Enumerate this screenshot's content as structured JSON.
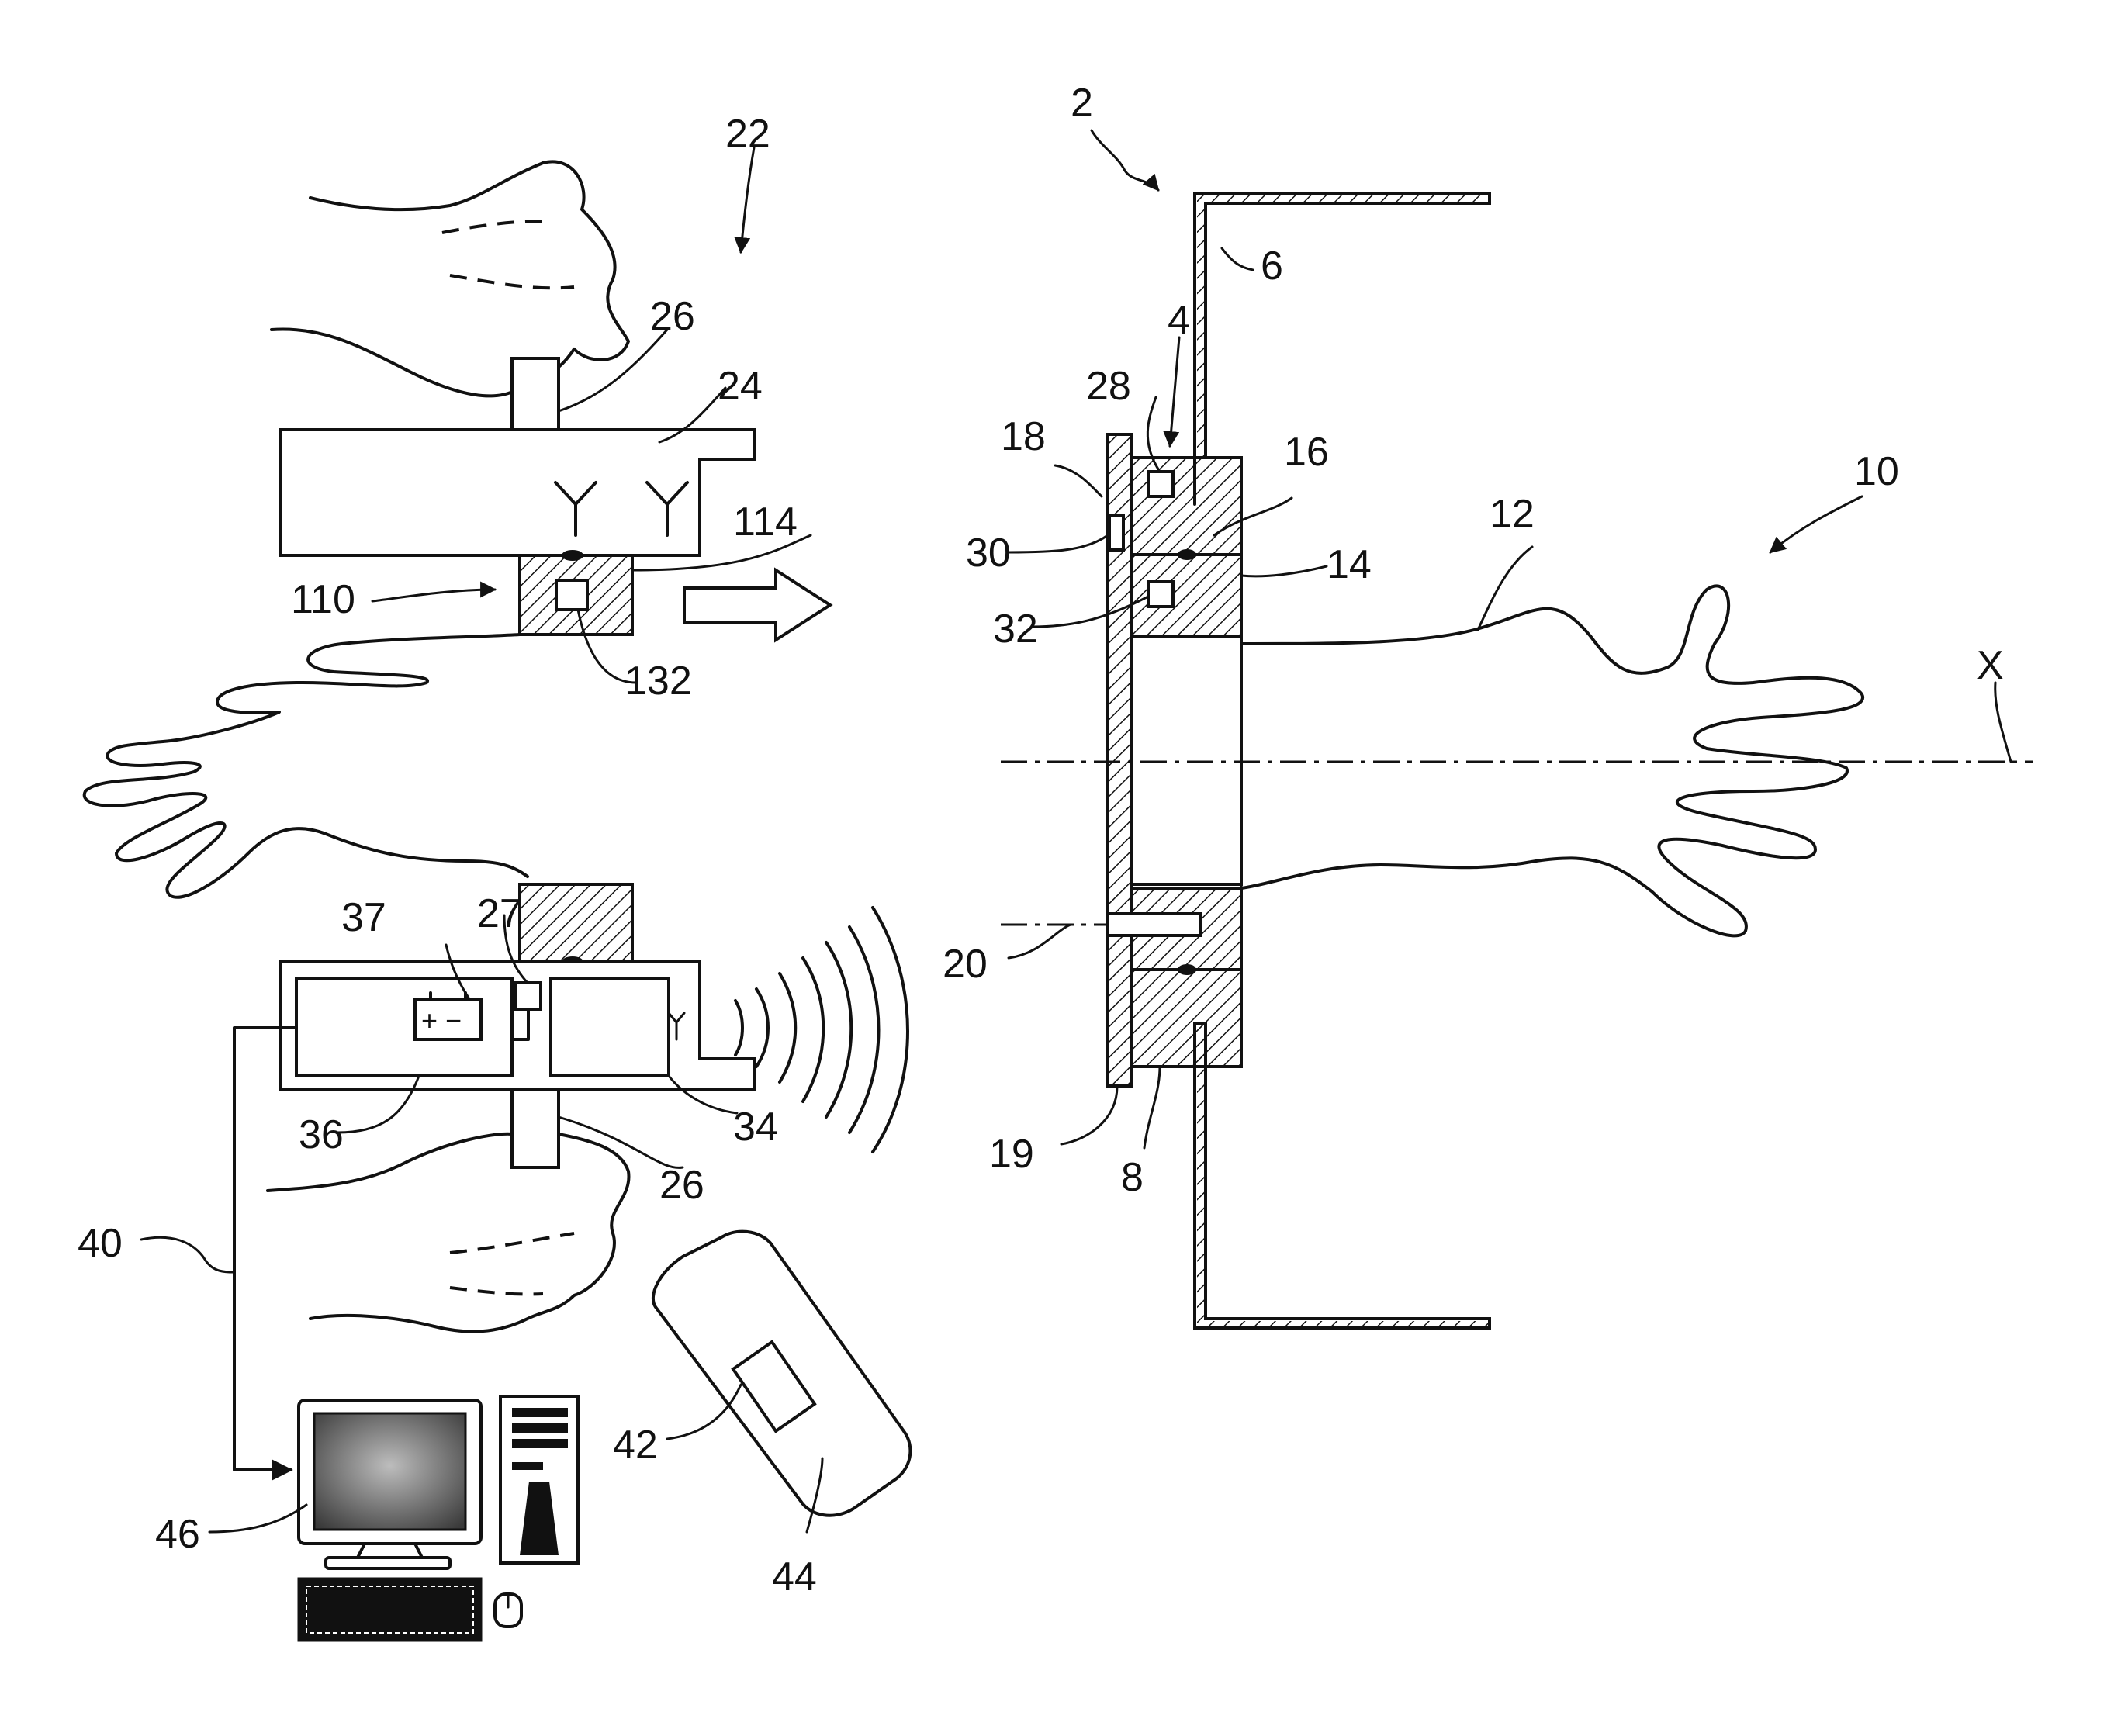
{
  "figure": {
    "labels": {
      "l2": "2",
      "l4": "4",
      "l6": "6",
      "l8": "8",
      "l10": "10",
      "l12": "12",
      "l14": "14",
      "l16": "16",
      "l18": "18",
      "l19": "19",
      "l20": "20",
      "l22": "22",
      "l24": "24",
      "l26a": "26",
      "l26b": "26",
      "l27": "27",
      "l28": "28",
      "l30": "30",
      "l32": "32",
      "l34": "34",
      "l36": "36",
      "l37": "37",
      "l40": "40",
      "l42": "42",
      "l44": "44",
      "l46": "46",
      "l110": "110",
      "l114": "114",
      "l132": "132",
      "lX": "X"
    },
    "battery_symbol": "+ −",
    "colors": {
      "ink": "#111111",
      "background": "#ffffff",
      "screen_gray": "#6a6a6a"
    },
    "icons": [
      "antenna-icon",
      "battery-icon",
      "radio-waves-icon",
      "computer-icon",
      "badge-card-icon",
      "arrow-right-icon"
    ]
  }
}
